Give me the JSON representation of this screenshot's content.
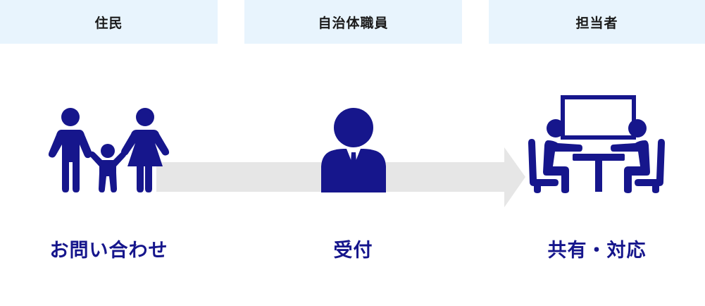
{
  "headers": [
    "住民",
    "自治体職員",
    "担当者"
  ],
  "steps": [
    "お問い合わせ",
    "受付",
    "共有・対応"
  ],
  "icons": [
    "family-icon",
    "staff-person-icon",
    "meeting-table-icon"
  ],
  "colors": {
    "header_bg": "#e8f4fd",
    "icon": "#16168c",
    "arrow": "#e6e6e6",
    "label": "#16168c",
    "header_text": "#1a1a1a"
  }
}
